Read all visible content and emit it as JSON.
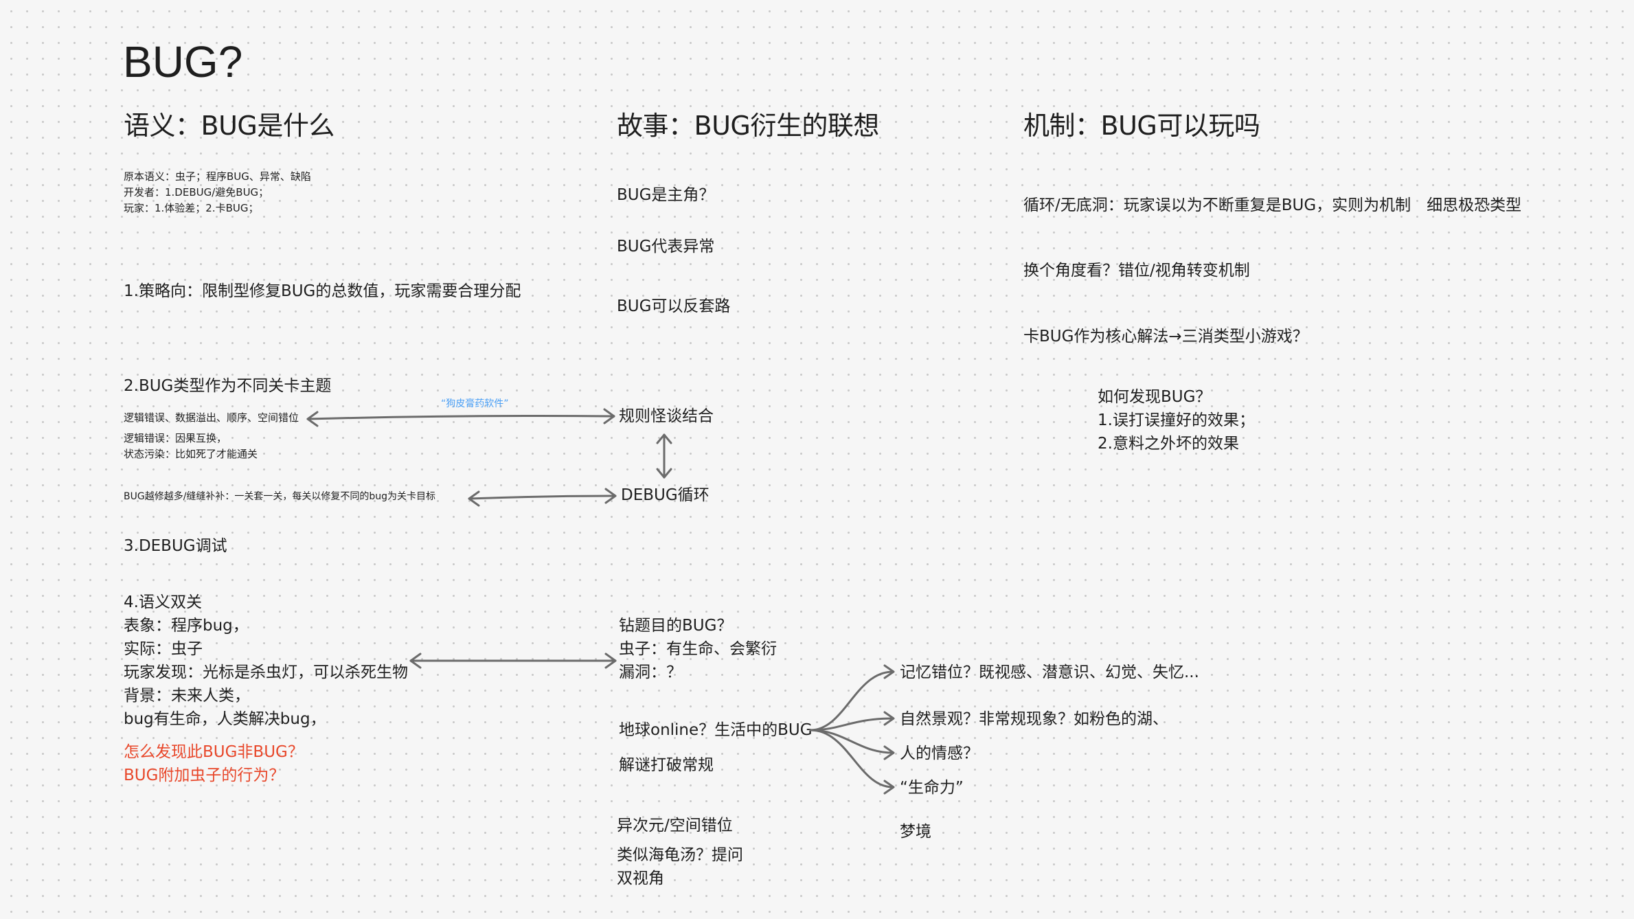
{
  "title": "BUG?",
  "columns": {
    "semantic": {
      "heading": "语义：BUG是什么",
      "definitions": [
        "原本语义：虫子；程序BUG、异常、缺陷",
        "开发者：1.DEBUG/避免BUG；",
        "玩家：1.体验差；2.卡BUG；"
      ],
      "item1": "1.策略向：限制型修复BUG的总数值，玩家需要合理分配",
      "item2": "2.BUG类型作为不同关卡主题",
      "item2_line1": "逻辑错误、数据溢出、顺序、空间错位",
      "item2_details": [
        "逻辑错误：因果互换，",
        "状态污染：比如死了才能通关"
      ],
      "bug_more": "BUG越修越多/缝缝补补：一关套一关，每关以修复不同的bug为关卡目标",
      "item3": "3.DEBUG调试",
      "item4": [
        "4.语义双关",
        "表象：程序bug，",
        "实际：虫子",
        "玩家发现：光标是杀虫灯，可以杀死生物",
        "背景：未来人类，",
        "bug有生命，人类解决bug，"
      ],
      "item4_questions": [
        "怎么发现此BUG非BUG？",
        "BUG附加虫子的行为？"
      ]
    },
    "story": {
      "heading": "故事：BUG衍生的联想",
      "items": [
        "BUG是主角？",
        "BUG代表异常",
        "BUG可以反套路"
      ],
      "arrow_label": "“狗皮膏药软件”",
      "rule_monster": "规则怪谈结合",
      "debug_loop": "DEBUG循环",
      "pun_items": [
        "钻题目的BUG？",
        "虫子：有生命、会繁衍",
        "漏洞：？"
      ],
      "earth_online": "地球online？生活中的BUG",
      "puzzle": "解谜打破常规",
      "dimension": "异次元/空间错位",
      "turtle_soup": [
        "类似海龟汤？提问",
        "双视角"
      ]
    },
    "mechanic": {
      "heading": "机制：BUG可以玩吗",
      "loop": "循环/无底洞：玩家误以为不断重复是BUG，实则为机制　细思极恐类型",
      "angle": "换个角度看？错位/视角转变机制",
      "stuck": "卡BUG作为核心解法→三消类型小游戏？",
      "discover": [
        "如何发现BUG？",
        "1.误打误撞好的效果；",
        "2.意料之外坏的效果"
      ],
      "branches": [
        "记忆错位？既视感、潜意识、幻觉、失忆...",
        "自然景观？非常规现象？如粉色的湖、",
        "人的情感？",
        "“生命力”"
      ],
      "dream": "梦境"
    }
  },
  "colors": {
    "arrow": "#6b6b6b",
    "note": "#4a9ff5",
    "highlight": "#e8472a"
  }
}
